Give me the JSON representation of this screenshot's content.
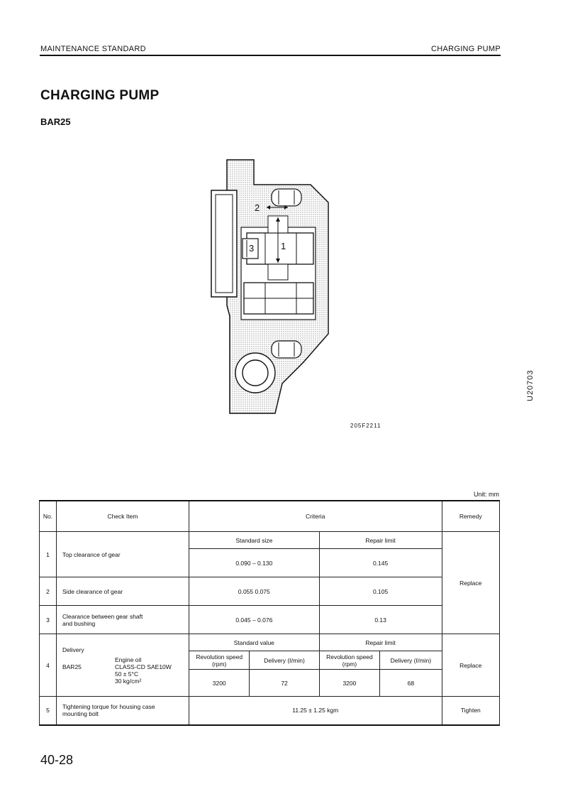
{
  "header": {
    "left": "MAINTENANCE STANDARD",
    "right": "CHARGING PUMP"
  },
  "title": "CHARGING PUMP",
  "subtitle": "BAR25",
  "figure": {
    "labels": {
      "one": "1",
      "two": "2",
      "three": "3"
    },
    "code": "205F2211"
  },
  "side_code": "U20703",
  "unit": "Unit: mm",
  "table": {
    "headers": {
      "no": "No.",
      "check_item": "Check Item",
      "criteria": "Criteria",
      "remedy": "Remedy"
    },
    "rows": {
      "r1": {
        "no": "1",
        "item": "Top clearance of gear",
        "sub_std": "Standard size",
        "sub_rep": "Repair limit",
        "std": "0.090 – 0.130",
        "rep": "0.145"
      },
      "r2": {
        "no": "2",
        "item": "Side clearance of gear",
        "std": "0.055   0.075",
        "rep": "0.105"
      },
      "r3": {
        "no": "3",
        "item_line1": "Clearance between gear shaft",
        "item_line2": "and bushing",
        "std": "0.045 – 0.076",
        "rep": "0.13"
      },
      "remedy_123": "Replace",
      "r4": {
        "no": "4",
        "item_title": "Delivery",
        "model": "BAR25",
        "cond1": "Engine oil",
        "cond2": "CLASS-CD SAE10W",
        "cond3": "50 ± 5°C",
        "cond4": "30 kg/cm²",
        "std_head": "Standard value",
        "rep_head": "Repair limit",
        "rev_head": "Revolution speed (rpm)",
        "del_head": "Delivery (ℓ/min)",
        "rev_head2": "Revolution speed (rpm)",
        "del_head2": "Delivery (ℓ/min)",
        "std_rev": "3200",
        "std_del": "72",
        "rep_rev": "3200",
        "rep_del": "68",
        "remedy": "Replace"
      },
      "r5": {
        "no": "5",
        "item_line1": "Tightening torque for housing case",
        "item_line2": "mounting bolt",
        "criteria": "11.25 ± 1.25 kgm",
        "remedy": "Tighten"
      }
    }
  },
  "page_number": "40-28"
}
